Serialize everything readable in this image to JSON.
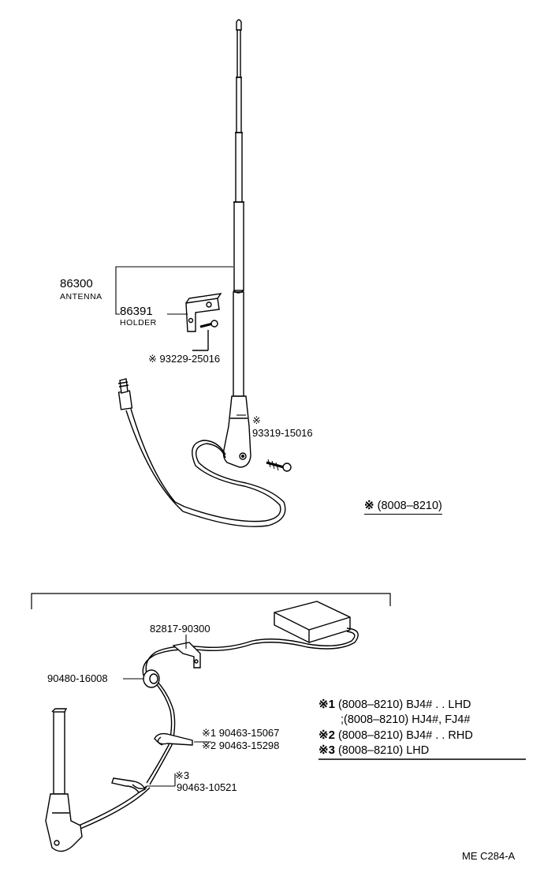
{
  "upper": {
    "antenna": {
      "part_no": "86300",
      "name": "ANTENNA"
    },
    "holder": {
      "part_no": "86391",
      "name": "HOLDER"
    },
    "screw_a": {
      "mark": "※",
      "part_no": "93229-25016"
    },
    "screw_b": {
      "mark": "※",
      "part_no": "93319-15016"
    },
    "period_note": {
      "mark": "※",
      "text": "(8008–8210)"
    }
  },
  "lower": {
    "amp_part": "82817-90300",
    "grommet_part": "90480-16008",
    "clamp1": {
      "marks": [
        "※1",
        "※2"
      ],
      "parts": [
        "90463-15067",
        "90463-15298"
      ]
    },
    "clamp3": {
      "mark": "※3",
      "part": "90463-10521"
    }
  },
  "notes": [
    {
      "mark": "※1",
      "text": "(8008–8210) BJ4# . . LHD"
    },
    {
      "mark": "",
      "text": ";(8008–8210) HJ4#, FJ4#"
    },
    {
      "mark": "※2",
      "text": "(8008–8210) BJ4# . . RHD"
    },
    {
      "mark": "※3",
      "text": "(8008–8210) LHD"
    }
  ],
  "footer": {
    "code": "ME  C284-A"
  }
}
